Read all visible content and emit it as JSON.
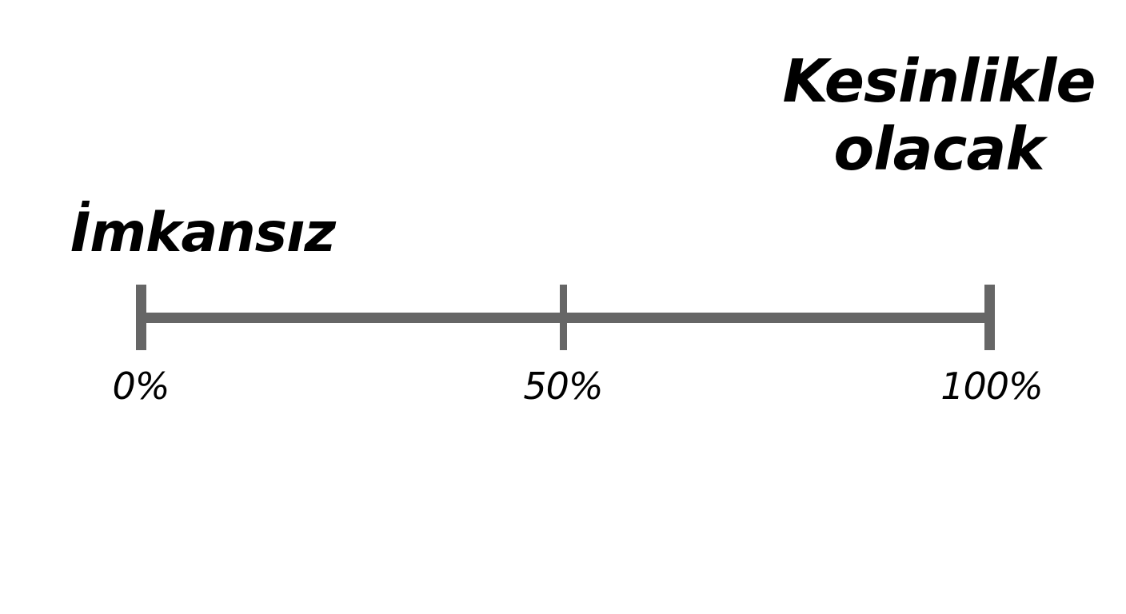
{
  "diagram": {
    "type": "probability-scale",
    "left_label": "İmkansız",
    "right_label_lines": [
      "Kesinlikle",
      "olacak"
    ],
    "ticks": [
      {
        "label": "0%",
        "position": 0
      },
      {
        "label": "50%",
        "position": 50
      },
      {
        "label": "100%",
        "position": 100
      }
    ],
    "line_color": "#666666",
    "text_color": "#000000",
    "background": "#ffffff"
  }
}
